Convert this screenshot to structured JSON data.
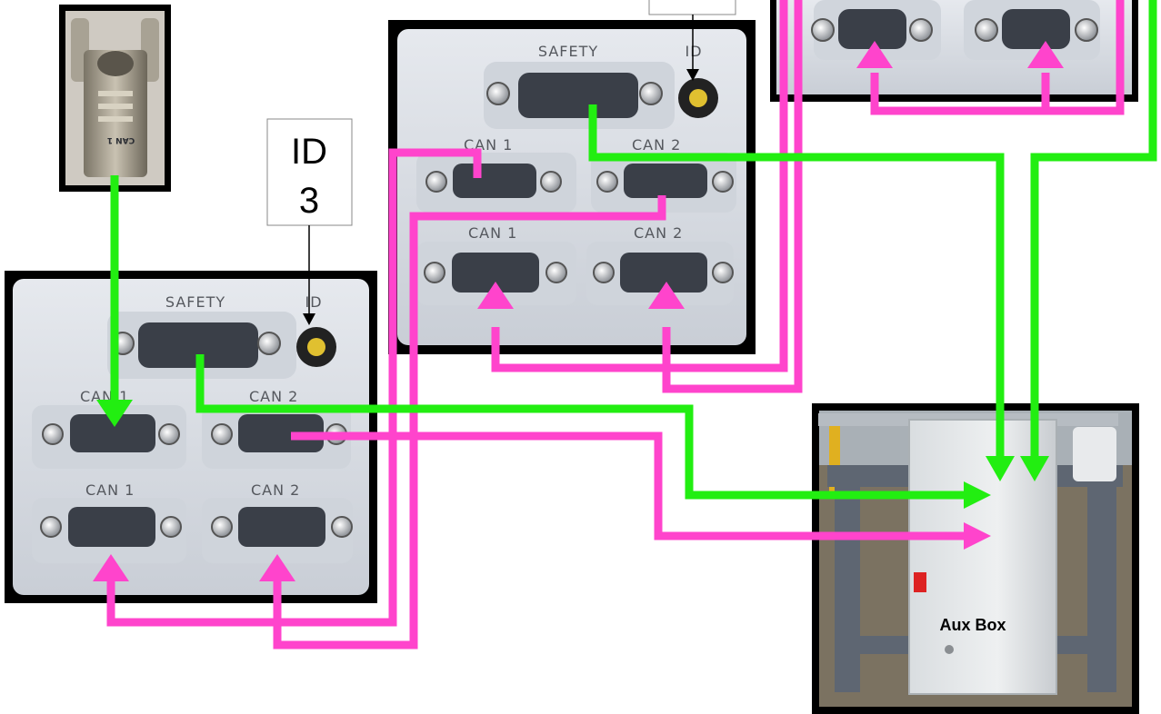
{
  "colors": {
    "safety_wire": "#22ee11",
    "can_wire": "#ff44cc",
    "panel_bg": "#dfe3e8",
    "panel_border": "#000000",
    "connector_body": "#3a3f48",
    "cabinet": "#e8ebed",
    "frame": "#58606c"
  },
  "plug": {
    "label": "CAN 1"
  },
  "callout": {
    "line1": "ID",
    "line2": "3"
  },
  "panel_left": {
    "safety": "SAFETY",
    "id": "ID",
    "top_can1": "CAN 1",
    "top_can2": "CAN 2",
    "bottom_can1": "CAN 1",
    "bottom_can2": "CAN 2"
  },
  "panel_middle": {
    "safety": "SAFETY",
    "id": "ID",
    "top_can1": "CAN 1",
    "top_can2": "CAN 2",
    "bottom_can1": "CAN 1",
    "bottom_can2": "CAN 2"
  },
  "aux_box": {
    "label": "Aux Box"
  }
}
